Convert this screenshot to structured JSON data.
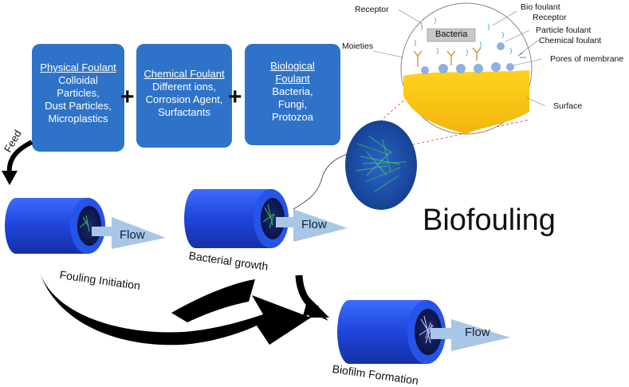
{
  "foulants": [
    {
      "title": "Physical Foulant",
      "lines": [
        "Colloidal",
        "Particles,",
        "Dust Particles,",
        "Microplastics"
      ]
    },
    {
      "title": "Chemical Foulant",
      "lines": [
        "Different ions,",
        "Corrosion Agent,",
        "Surfactants"
      ]
    },
    {
      "title": "Biological",
      "lines": [
        "Foulant",
        "Bacteria,",
        "Fungi,",
        "Protozoa"
      ]
    }
  ],
  "operators": {
    "plus": "+"
  },
  "labels": {
    "feed": "Feed",
    "fouling_initiation": "Fouling Initiation",
    "bacterial_growth": "Bacterial growth",
    "biofilm_formation": "Biofilm Formation",
    "flow": "Flow",
    "biofouling": "Biofouling",
    "moieties": "Moieties"
  },
  "inset": {
    "bacteria": "Bacteria",
    "callouts": {
      "receptor_left": "Receptor",
      "bio_foulant": "Bio foulant",
      "receptor_right": "Receptor",
      "particle_foulant": "Particle foulant",
      "chemical_foulant": "Chemical foulant",
      "pores": "Pores of membrane",
      "surface": "Surface"
    }
  },
  "colors": {
    "box": "#2f73c8",
    "cylinder": "#1f4fd6",
    "surface": "#f7c21a",
    "arrow": "#000000",
    "flow_arrow": "#a8c7e6"
  }
}
